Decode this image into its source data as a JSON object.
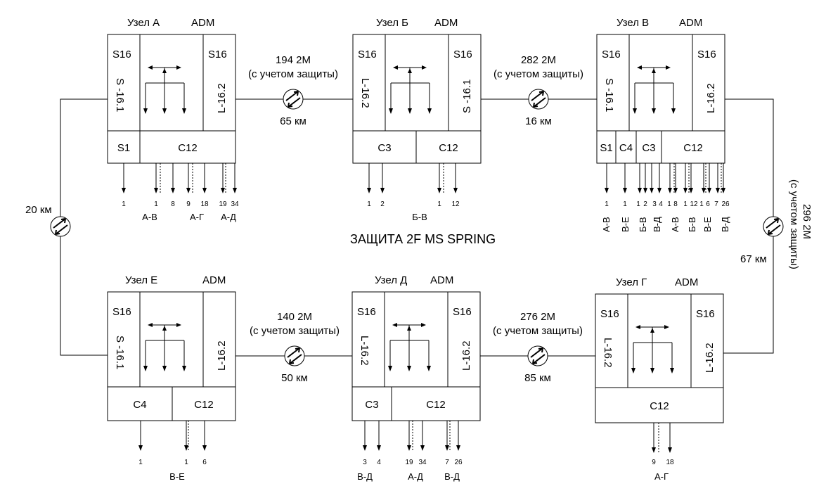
{
  "title": "ЗАЩИТА 2F MS SPRING",
  "colors": {
    "A-V": "#ff0000",
    "A-G": "#0000ff",
    "A-D": "#009999",
    "B-V": "#ff00ff",
    "V-E": "#00ff00",
    "V-D": "#808080",
    "line": "#000000"
  },
  "nodes": [
    {
      "id": "A",
      "name": "Узел А",
      "type": "ADM",
      "left_card": "S16",
      "left_port": "S -16.1",
      "right_card": "S16",
      "right_port": "L-16.2",
      "tributary_cards": [
        "S1",
        "C12"
      ],
      "drops": [
        {
          "label": "1",
          "group": "A-V"
        },
        {
          "label": "1",
          "group": "A-V"
        },
        {
          "label": "8",
          "group": "A-V"
        },
        {
          "label": "9",
          "group": "A-G"
        },
        {
          "label": "18",
          "group": "A-G"
        },
        {
          "label": "19",
          "group": "A-D"
        },
        {
          "label": "34",
          "group": "A-D"
        }
      ],
      "groups": [
        {
          "label": "А-В",
          "group": "A-V"
        },
        {
          "label": "А-Г",
          "group": "A-G"
        },
        {
          "label": "А-Д",
          "group": "A-D"
        }
      ]
    },
    {
      "id": "B",
      "name": "Узел Б",
      "type": "ADM",
      "left_card": "S16",
      "left_port": "L-16.2",
      "right_card": "S16",
      "right_port": "S -16.1",
      "tributary_cards": [
        "C3",
        "C12"
      ],
      "drops": [
        {
          "label": "1",
          "group": "B-V"
        },
        {
          "label": "2",
          "group": "B-V"
        },
        {
          "label": "1",
          "group": "B-V"
        },
        {
          "label": "12",
          "group": "B-V"
        }
      ],
      "groups": [
        {
          "label": "Б-В",
          "group": "B-V"
        }
      ]
    },
    {
      "id": "V",
      "name": "Узел В",
      "type": "ADM",
      "left_card": "S16",
      "left_port": "S -16.1",
      "right_card": "S16",
      "right_port": "L-16.2",
      "tributary_cards": [
        "S1",
        "C4",
        "C3",
        "C12"
      ],
      "drops": [
        {
          "label": "1",
          "group": "A-V"
        },
        {
          "label": "1",
          "group": "V-E"
        },
        {
          "label": "1",
          "group": "B-V"
        },
        {
          "label": "2",
          "group": "B-V"
        },
        {
          "label": "3",
          "group": "V-D"
        },
        {
          "label": "4",
          "group": "V-D"
        },
        {
          "label": "1",
          "group": "A-V"
        },
        {
          "label": "8",
          "group": "A-V"
        },
        {
          "label": "1",
          "group": "B-V"
        },
        {
          "label": "12",
          "group": "B-V"
        },
        {
          "label": "1",
          "group": "V-E"
        },
        {
          "label": "6",
          "group": "V-E"
        },
        {
          "label": "7",
          "group": "V-D"
        },
        {
          "label": "26",
          "group": "V-D"
        }
      ],
      "groups": [
        {
          "label": "А-В",
          "group": "A-V"
        },
        {
          "label": "В-Е",
          "group": "V-E"
        },
        {
          "label": "Б-В",
          "group": "B-V"
        },
        {
          "label": "В-Д",
          "group": "V-D"
        },
        {
          "label": "А-В",
          "group": "A-V"
        },
        {
          "label": "Б-В",
          "group": "B-V"
        },
        {
          "label": "В-Е",
          "group": "V-E"
        },
        {
          "label": "В-Д",
          "group": "V-D"
        }
      ]
    },
    {
      "id": "E",
      "name": "Узел Е",
      "type": "ADM",
      "left_card": "S16",
      "left_port": "S -16.1",
      "right_card": "",
      "right_port": "L-16.2",
      "tributary_cards": [
        "C4",
        "C12"
      ],
      "drops": [
        {
          "label": "1",
          "group": "V-E"
        },
        {
          "label": "1",
          "group": "V-E"
        },
        {
          "label": "6",
          "group": "V-E"
        }
      ],
      "groups": [
        {
          "label": "В-Е",
          "group": "V-E"
        }
      ]
    },
    {
      "id": "D",
      "name": "Узел Д",
      "type": "ADM",
      "left_card": "S16",
      "left_port": "L-16.2",
      "right_card": "S16",
      "right_port": "L-16.2",
      "tributary_cards": [
        "C3",
        "C12"
      ],
      "drops": [
        {
          "label": "3",
          "group": "V-D"
        },
        {
          "label": "4",
          "group": "V-D"
        },
        {
          "label": "19",
          "group": "A-D"
        },
        {
          "label": "34",
          "group": "A-D"
        },
        {
          "label": "7",
          "group": "V-D"
        },
        {
          "label": "26",
          "group": "V-D"
        }
      ],
      "groups": [
        {
          "label": "В-Д",
          "group": "V-D"
        },
        {
          "label": "А-Д",
          "group": "A-D"
        },
        {
          "label": "В-Д",
          "group": "V-D"
        }
      ]
    },
    {
      "id": "G",
      "name": "Узел Г",
      "type": "ADM",
      "left_card": "S16",
      "left_port": "L-16.2",
      "right_card": "S16",
      "right_port": "L-16.2",
      "tributary_cards": [
        "C12"
      ],
      "drops": [
        {
          "label": "9",
          "group": "A-G"
        },
        {
          "label": "18",
          "group": "A-G"
        }
      ],
      "groups": [
        {
          "label": "А-Г",
          "group": "A-G"
        }
      ]
    }
  ],
  "links": [
    {
      "from": "A",
      "to": "B",
      "capacity": "194 2M",
      "note": "(с учетом защиты)",
      "distance": "65 км"
    },
    {
      "from": "B",
      "to": "V",
      "capacity": "282 2M",
      "note": "(с учетом защиты)",
      "distance": "16 км"
    },
    {
      "from": "V",
      "to": "G",
      "capacity": "296  2M",
      "note": "(с учетом защиты)",
      "distance": "67 км"
    },
    {
      "from": "E",
      "to": "D",
      "capacity": "140 2M",
      "note": "(с учетом защиты)",
      "distance": "50 км"
    },
    {
      "from": "D",
      "to": "G",
      "capacity": "276 2M",
      "note": "(с учетом защиты)",
      "distance": "85 км"
    },
    {
      "from": "A",
      "to": "E",
      "capacity": "",
      "note": "",
      "distance": "20 км"
    }
  ]
}
